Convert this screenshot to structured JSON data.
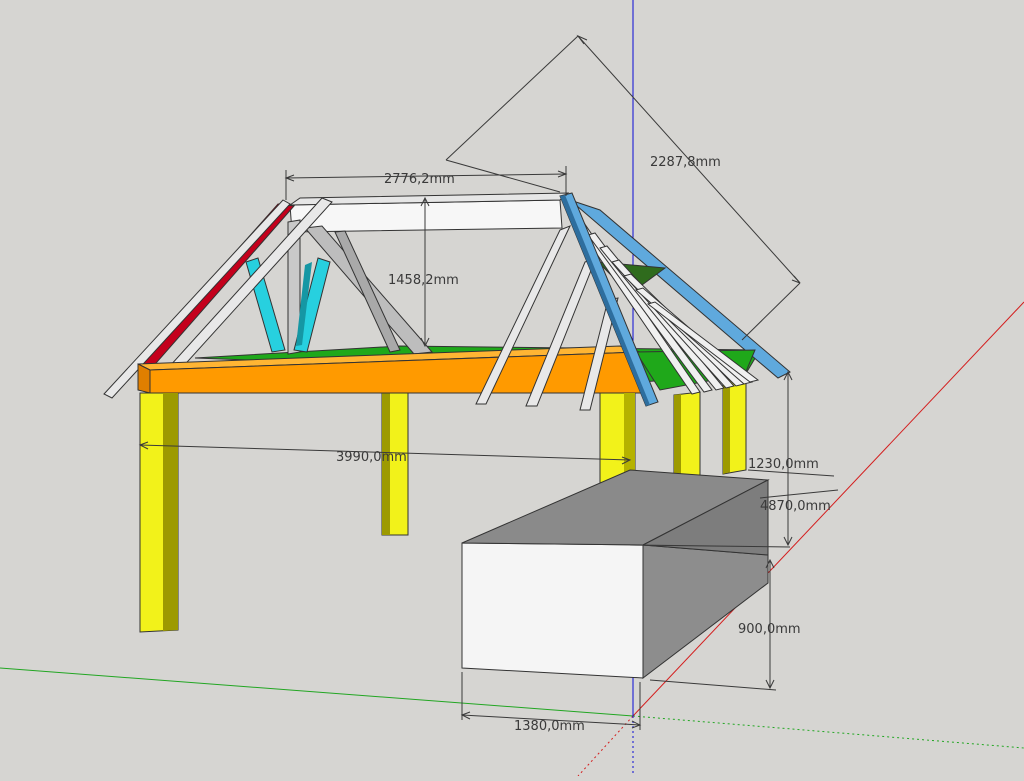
{
  "scene": {
    "colors": {
      "background": "#d6d5d2",
      "post": "#f2f21a",
      "post_shadow": "#9d9a00",
      "beam_orange": "#ff9a00",
      "beam_orange_dark": "#e07f00",
      "ridge_white": "#f7f7f7",
      "rafter_red": "#c4001c",
      "rafter_blue": "#5fa9dd",
      "brace_cyan": "#27d0df",
      "green": "#1fa81a",
      "dark_green": "#2f6b1d",
      "wall_front": "#f5f5f5",
      "wall_side": "#8d8d8d",
      "axis_blue": "#0b0bd6",
      "axis_green": "#22a622",
      "axis_red": "#d41e1e",
      "dimension_line": "#3a3a3a"
    }
  },
  "dimensions": {
    "ridge_length": "2776,2mm",
    "hip_length": "2287,8mm",
    "truss_height": "1458,2mm",
    "span_length": "3990,0mm",
    "post_height": "1230,0mm",
    "overall_depth": "4870,0mm",
    "wall_height": "900,0mm",
    "wall_width": "1380,0mm"
  }
}
